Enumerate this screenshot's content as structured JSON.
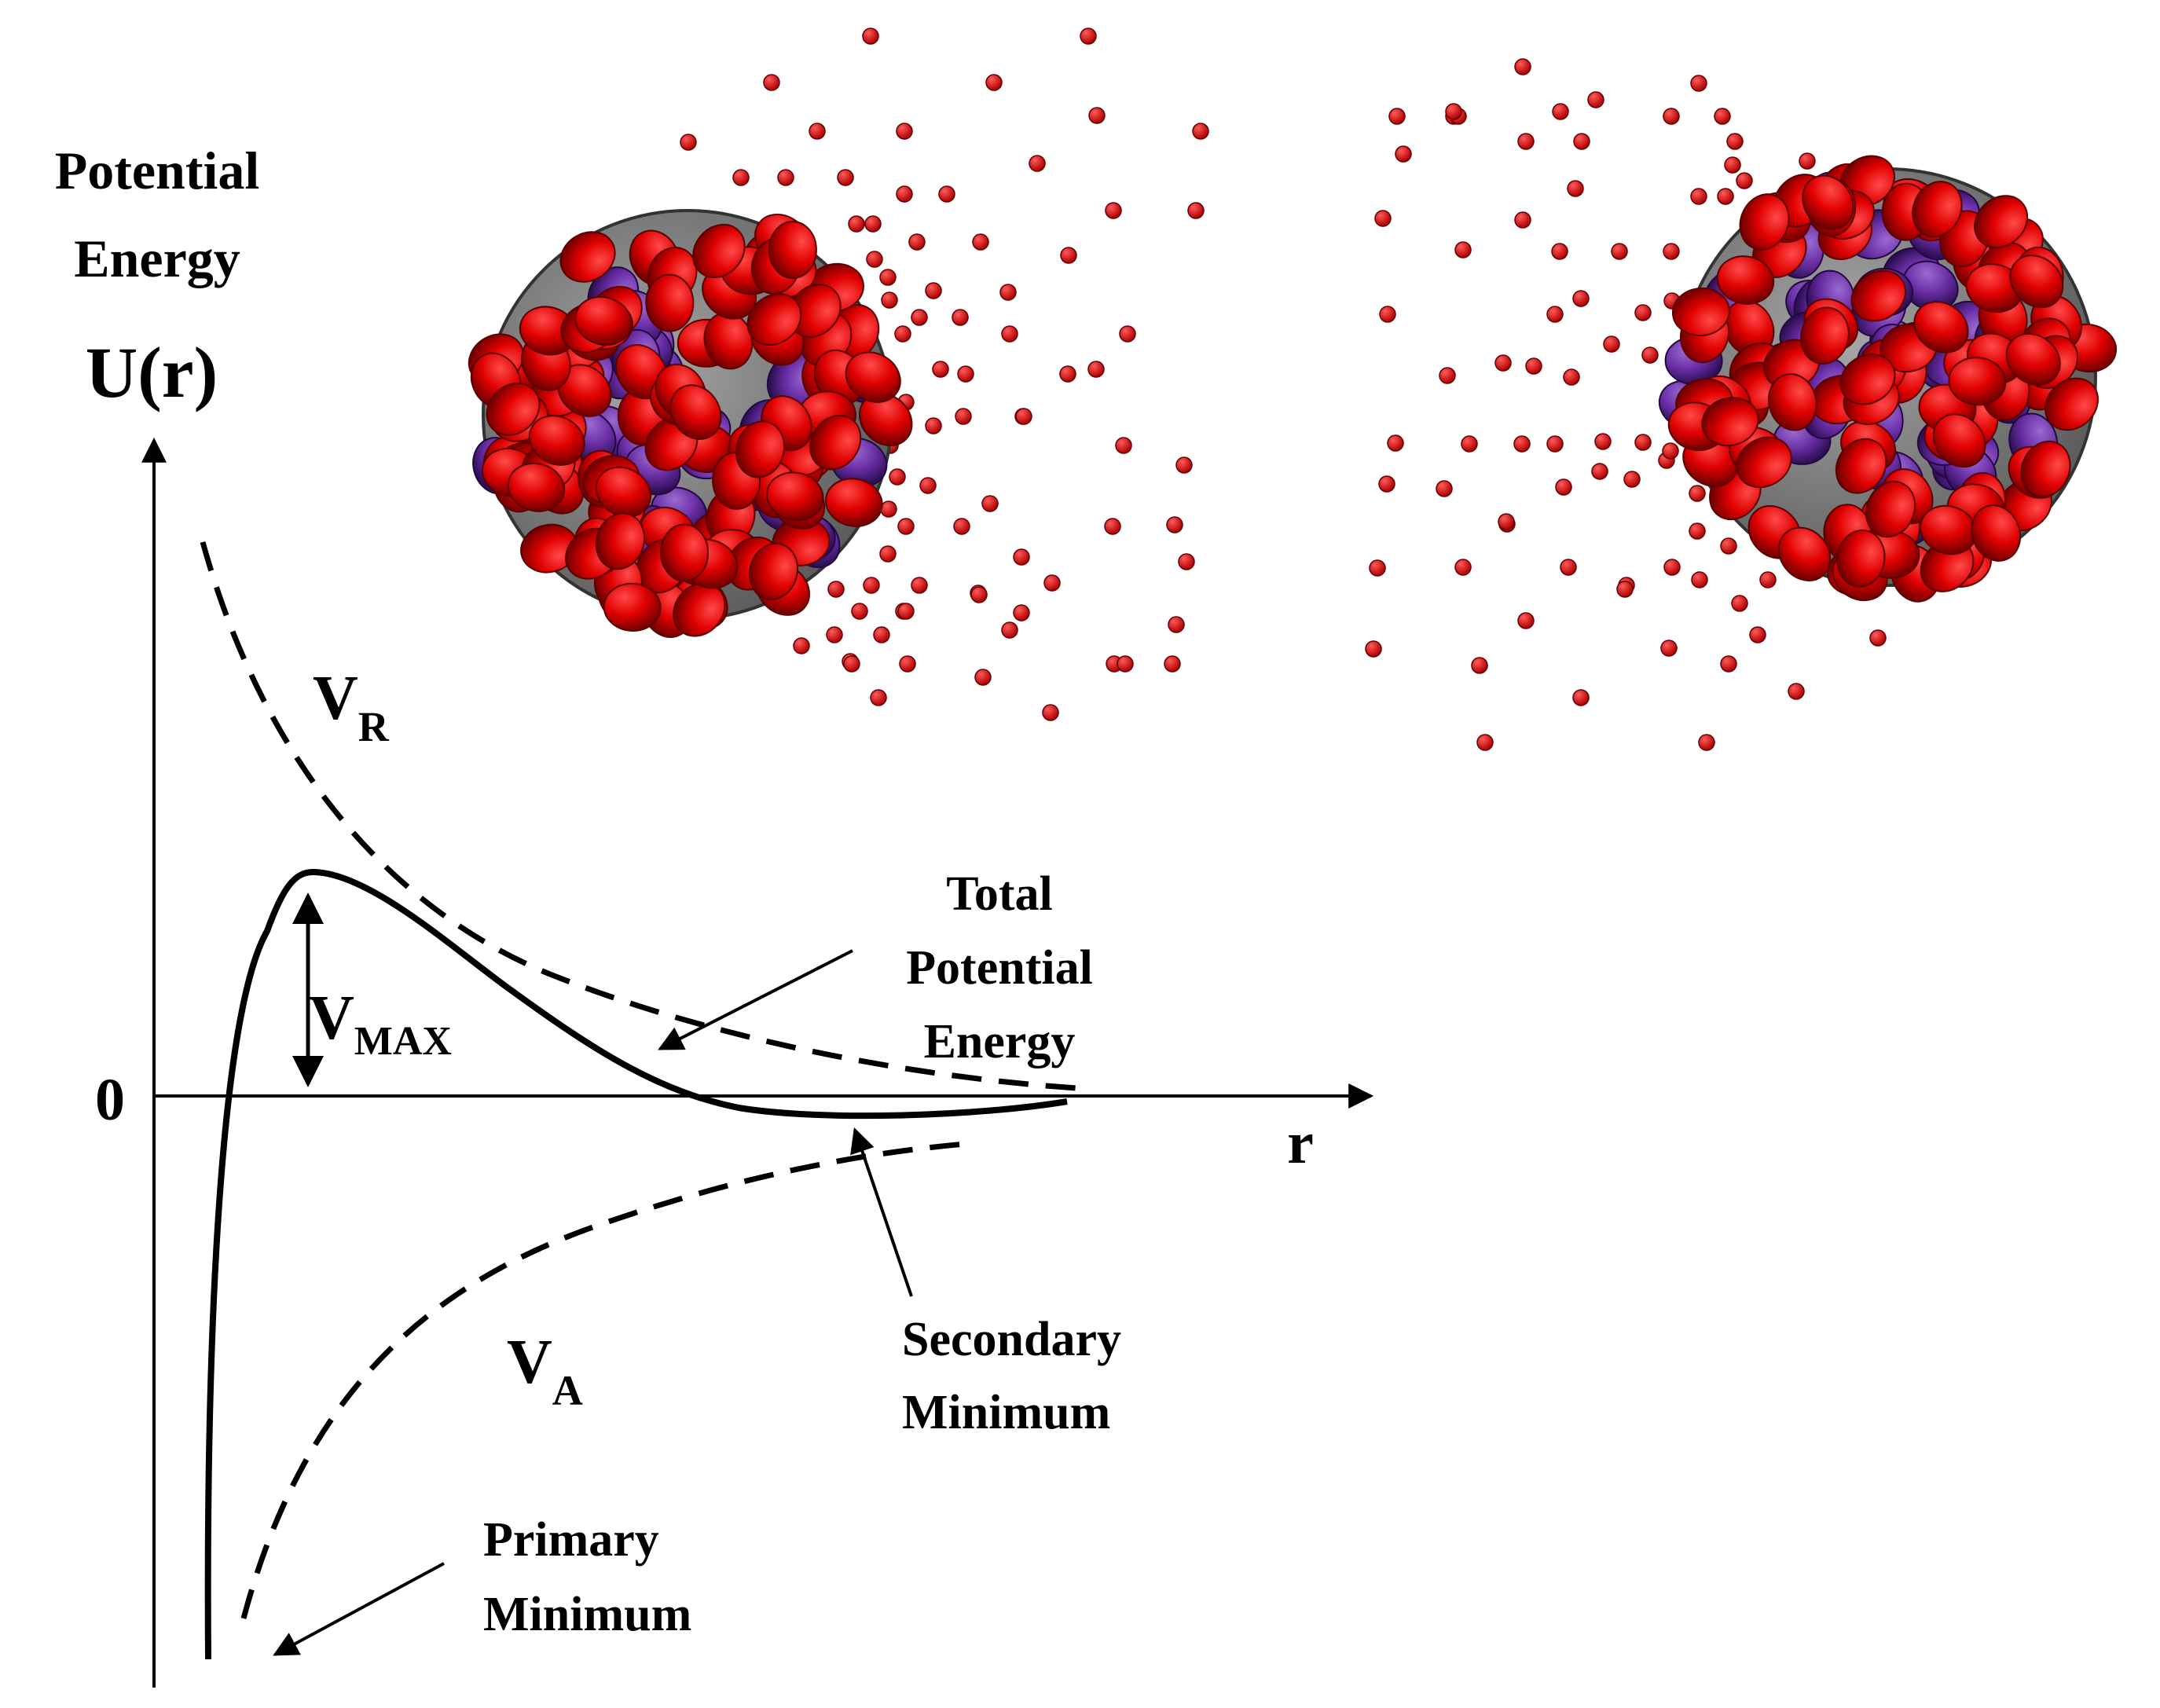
{
  "labels": {
    "y_axis_title_line1": "Potential",
    "y_axis_title_line2": "Energy",
    "y_axis_symbol": "U(r)",
    "zero": "0",
    "x_axis": "r",
    "vr_main": "V",
    "vr_sub": "R",
    "va_main": "V",
    "va_sub": "A",
    "vmax_main": "V",
    "vmax_sub": "MAX",
    "total_line1": "Total",
    "total_line2": "Potential",
    "total_line3": "Energy",
    "secondary_line1": "Secondary",
    "secondary_line2": "Minimum",
    "primary_line1": "Primary",
    "primary_line2": "Minimum"
  },
  "particles": [
    {
      "name": "left-particle",
      "shell_color": "#808080",
      "atom_colors": [
        "#e00000",
        "#6a2ea6"
      ]
    },
    {
      "name": "right-particle",
      "shell_color": "#808080",
      "atom_colors": [
        "#e00000",
        "#6a2ea6"
      ]
    }
  ],
  "counter_ion_color": "#e00000",
  "curve_color": "#000000"
}
